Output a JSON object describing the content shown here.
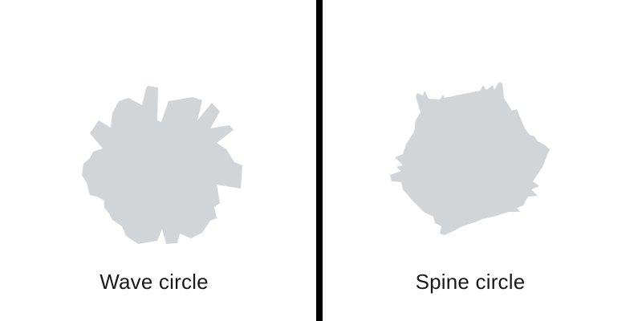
{
  "colors": {
    "background": "#ffffff",
    "shape_fill": "#d1d5d8",
    "divider": "#000000",
    "label_text": "#1a1a1a"
  },
  "panels": [
    {
      "label": "Wave circle",
      "shape": "wave-circle"
    },
    {
      "label": "Spine circle",
      "shape": "spine-circle"
    }
  ]
}
